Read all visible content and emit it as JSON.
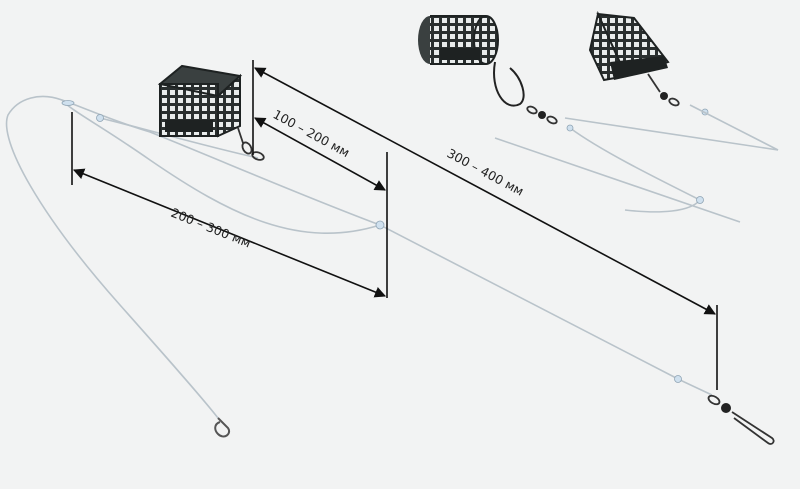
{
  "diagram": {
    "dimensions": [
      {
        "id": "main_leader",
        "label": "300 – 400 мм"
      },
      {
        "id": "feeder_leader",
        "label": "100 – 200 мм"
      },
      {
        "id": "hook_leader",
        "label": "200 – 300 мм"
      }
    ],
    "components": [
      "feeder-cage",
      "swivel",
      "hook",
      "loop-knot"
    ],
    "colors": {
      "line": "#b9c3ca",
      "dimension": "#111111",
      "feeder": "#2a2f2f",
      "background": "#f2f3f3"
    }
  }
}
